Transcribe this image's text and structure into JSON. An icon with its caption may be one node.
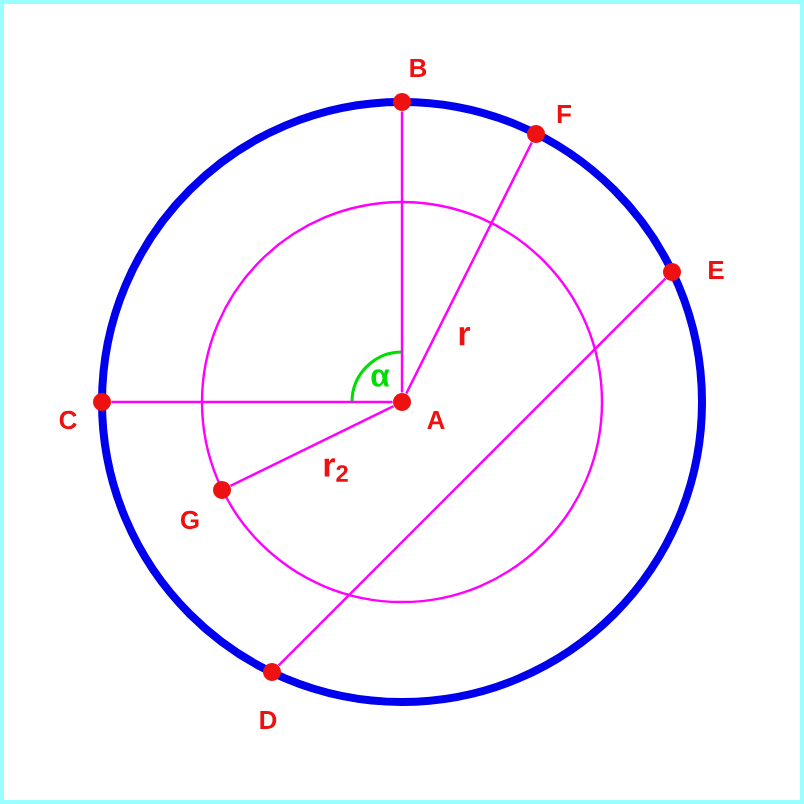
{
  "diagram": {
    "nodes": [
      {
        "text": [
          "A"
        ]
      },
      {
        "text": [
          "B"
        ]
      },
      {
        "text": [
          "C"
        ]
      },
      {
        "text": [
          "D"
        ]
      },
      {
        "text": [
          "E"
        ]
      },
      {
        "text": [
          "F"
        ]
      },
      {
        "text": [
          "G"
        ]
      }
    ],
    "edges": [
      {
        "from": 0,
        "to": 1,
        "arrow": "none"
      },
      {
        "from": 0,
        "to": 5,
        "arrow": "none"
      },
      {
        "from": 0,
        "to": 2,
        "arrow": "none"
      },
      {
        "from": 0,
        "to": 6,
        "arrow": "none"
      },
      {
        "from": 4,
        "to": 3,
        "arrow": "none"
      }
    ],
    "labels": [
      "r",
      "r$_{2}$",
      "α"
    ]
  }
}
